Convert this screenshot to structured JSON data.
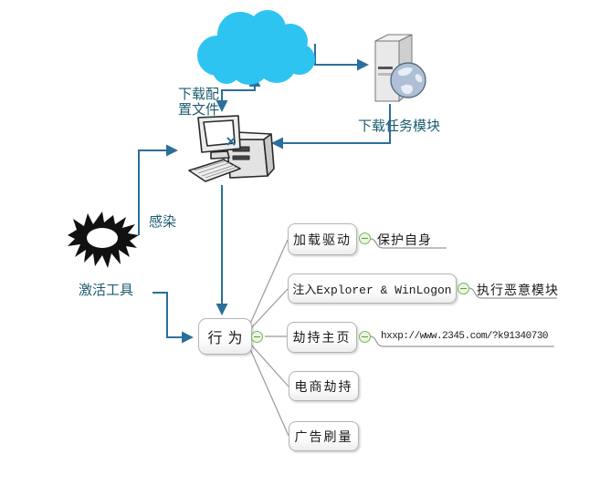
{
  "colors": {
    "cloud": "#2EC4F1",
    "connector_blue": "#2B6F9C",
    "branch_gray": "#999999",
    "label_teal": "#1D5C70",
    "node_border": "#B3B3B3",
    "node_text": "#1A1A1A",
    "toggle_border": "#7FB35C",
    "toggle_fill": "#EAF5E1",
    "toggle_minus": "#5E9C45"
  },
  "labels": {
    "download_config": "下载配置文件",
    "download_task": "下载任务模块",
    "infection": "感染",
    "activation_tool": "激活工具"
  },
  "behavior_node": {
    "label": "行为"
  },
  "children": [
    {
      "label": "加载驱动",
      "note": "保护自身"
    },
    {
      "label": "注入Explorer & WinLogon",
      "note": "执行恶意模块"
    },
    {
      "label": "劫持主页",
      "note": "hxxp://www.2345.com/?k91340730"
    },
    {
      "label": "电商劫持"
    },
    {
      "label": "广告刷量"
    }
  ],
  "icons": {
    "cloud": "cloud-icon",
    "server": "server-icon",
    "computer": "computer-icon",
    "explosion": "explosion-icon",
    "collapse_toggle": "minus-toggle-icon"
  }
}
